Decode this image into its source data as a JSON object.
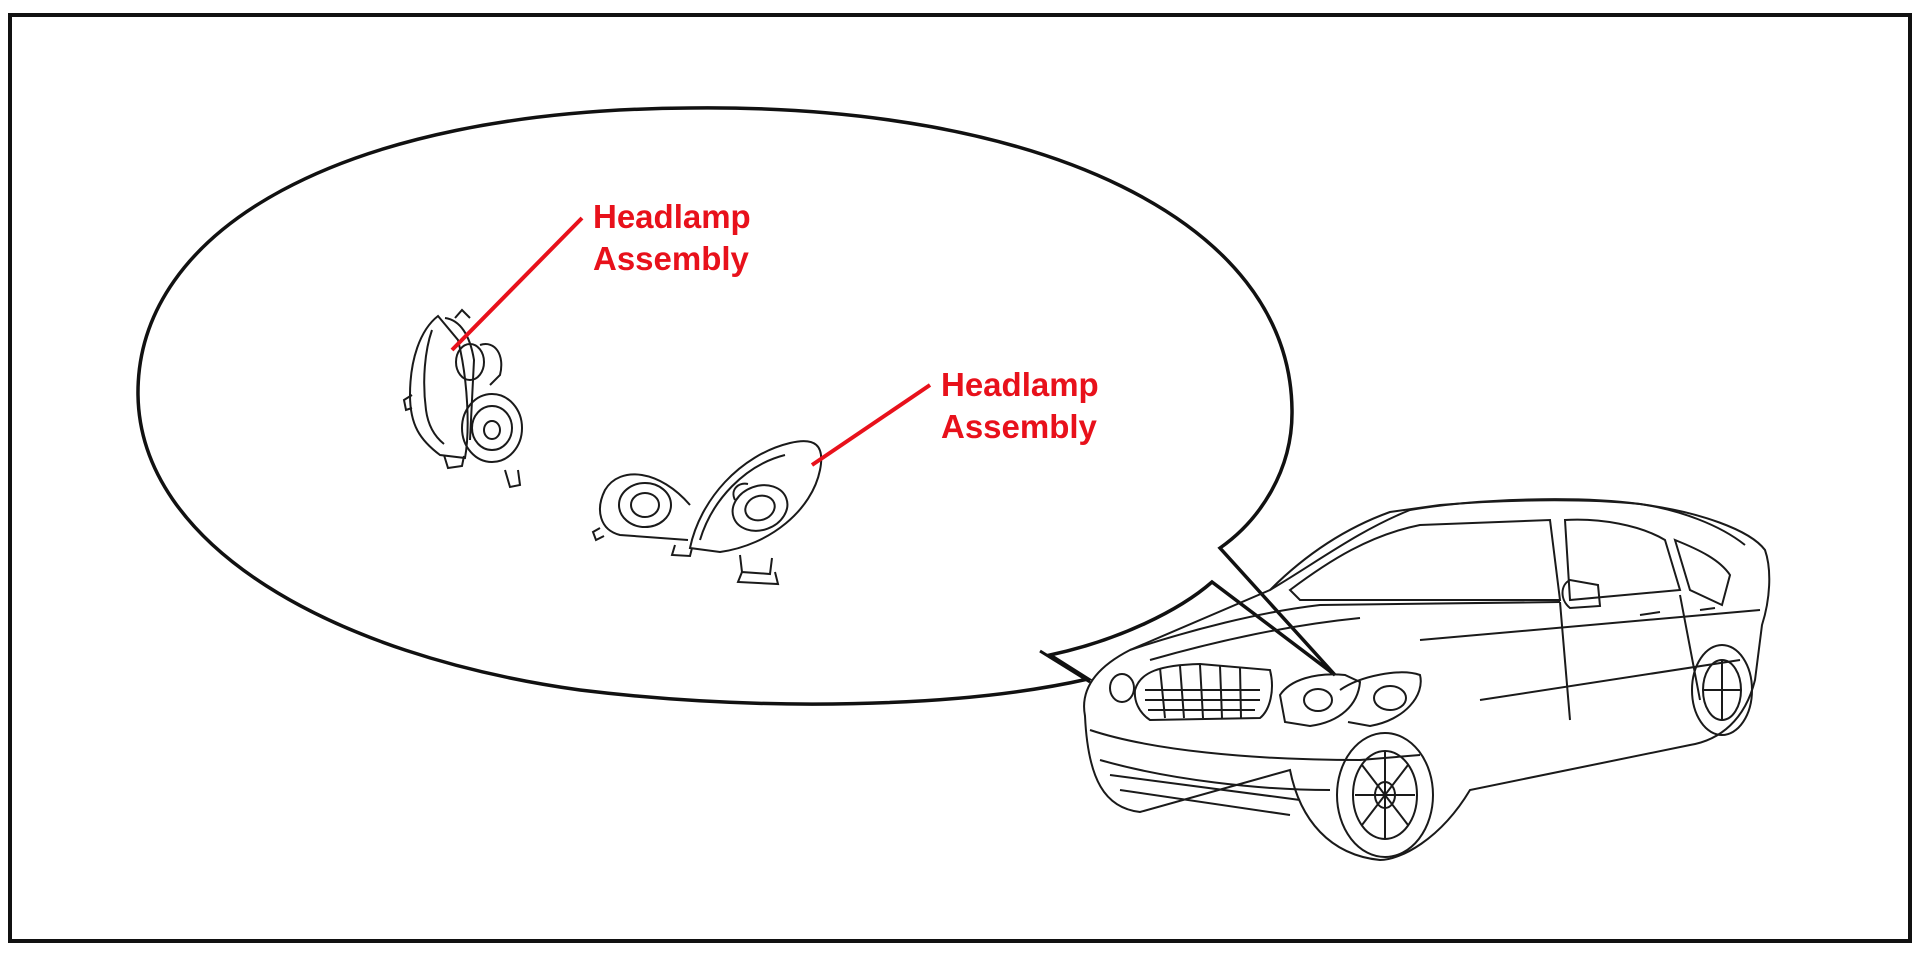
{
  "labels": [
    {
      "line1": "Headlamp",
      "line2": "Assembly"
    },
    {
      "line1": "Headlamp",
      "line2": "Assembly"
    }
  ],
  "colors": {
    "label": "#e8111b",
    "leader": "#e8111b",
    "ink": "#1a1a1a",
    "frame": "#111111",
    "background": "#ffffff"
  },
  "icons": {
    "part_1": "headlamp-assembly-icon",
    "part_2": "headlamp-assembly-icon",
    "vehicle": "sedan-car-icon"
  }
}
